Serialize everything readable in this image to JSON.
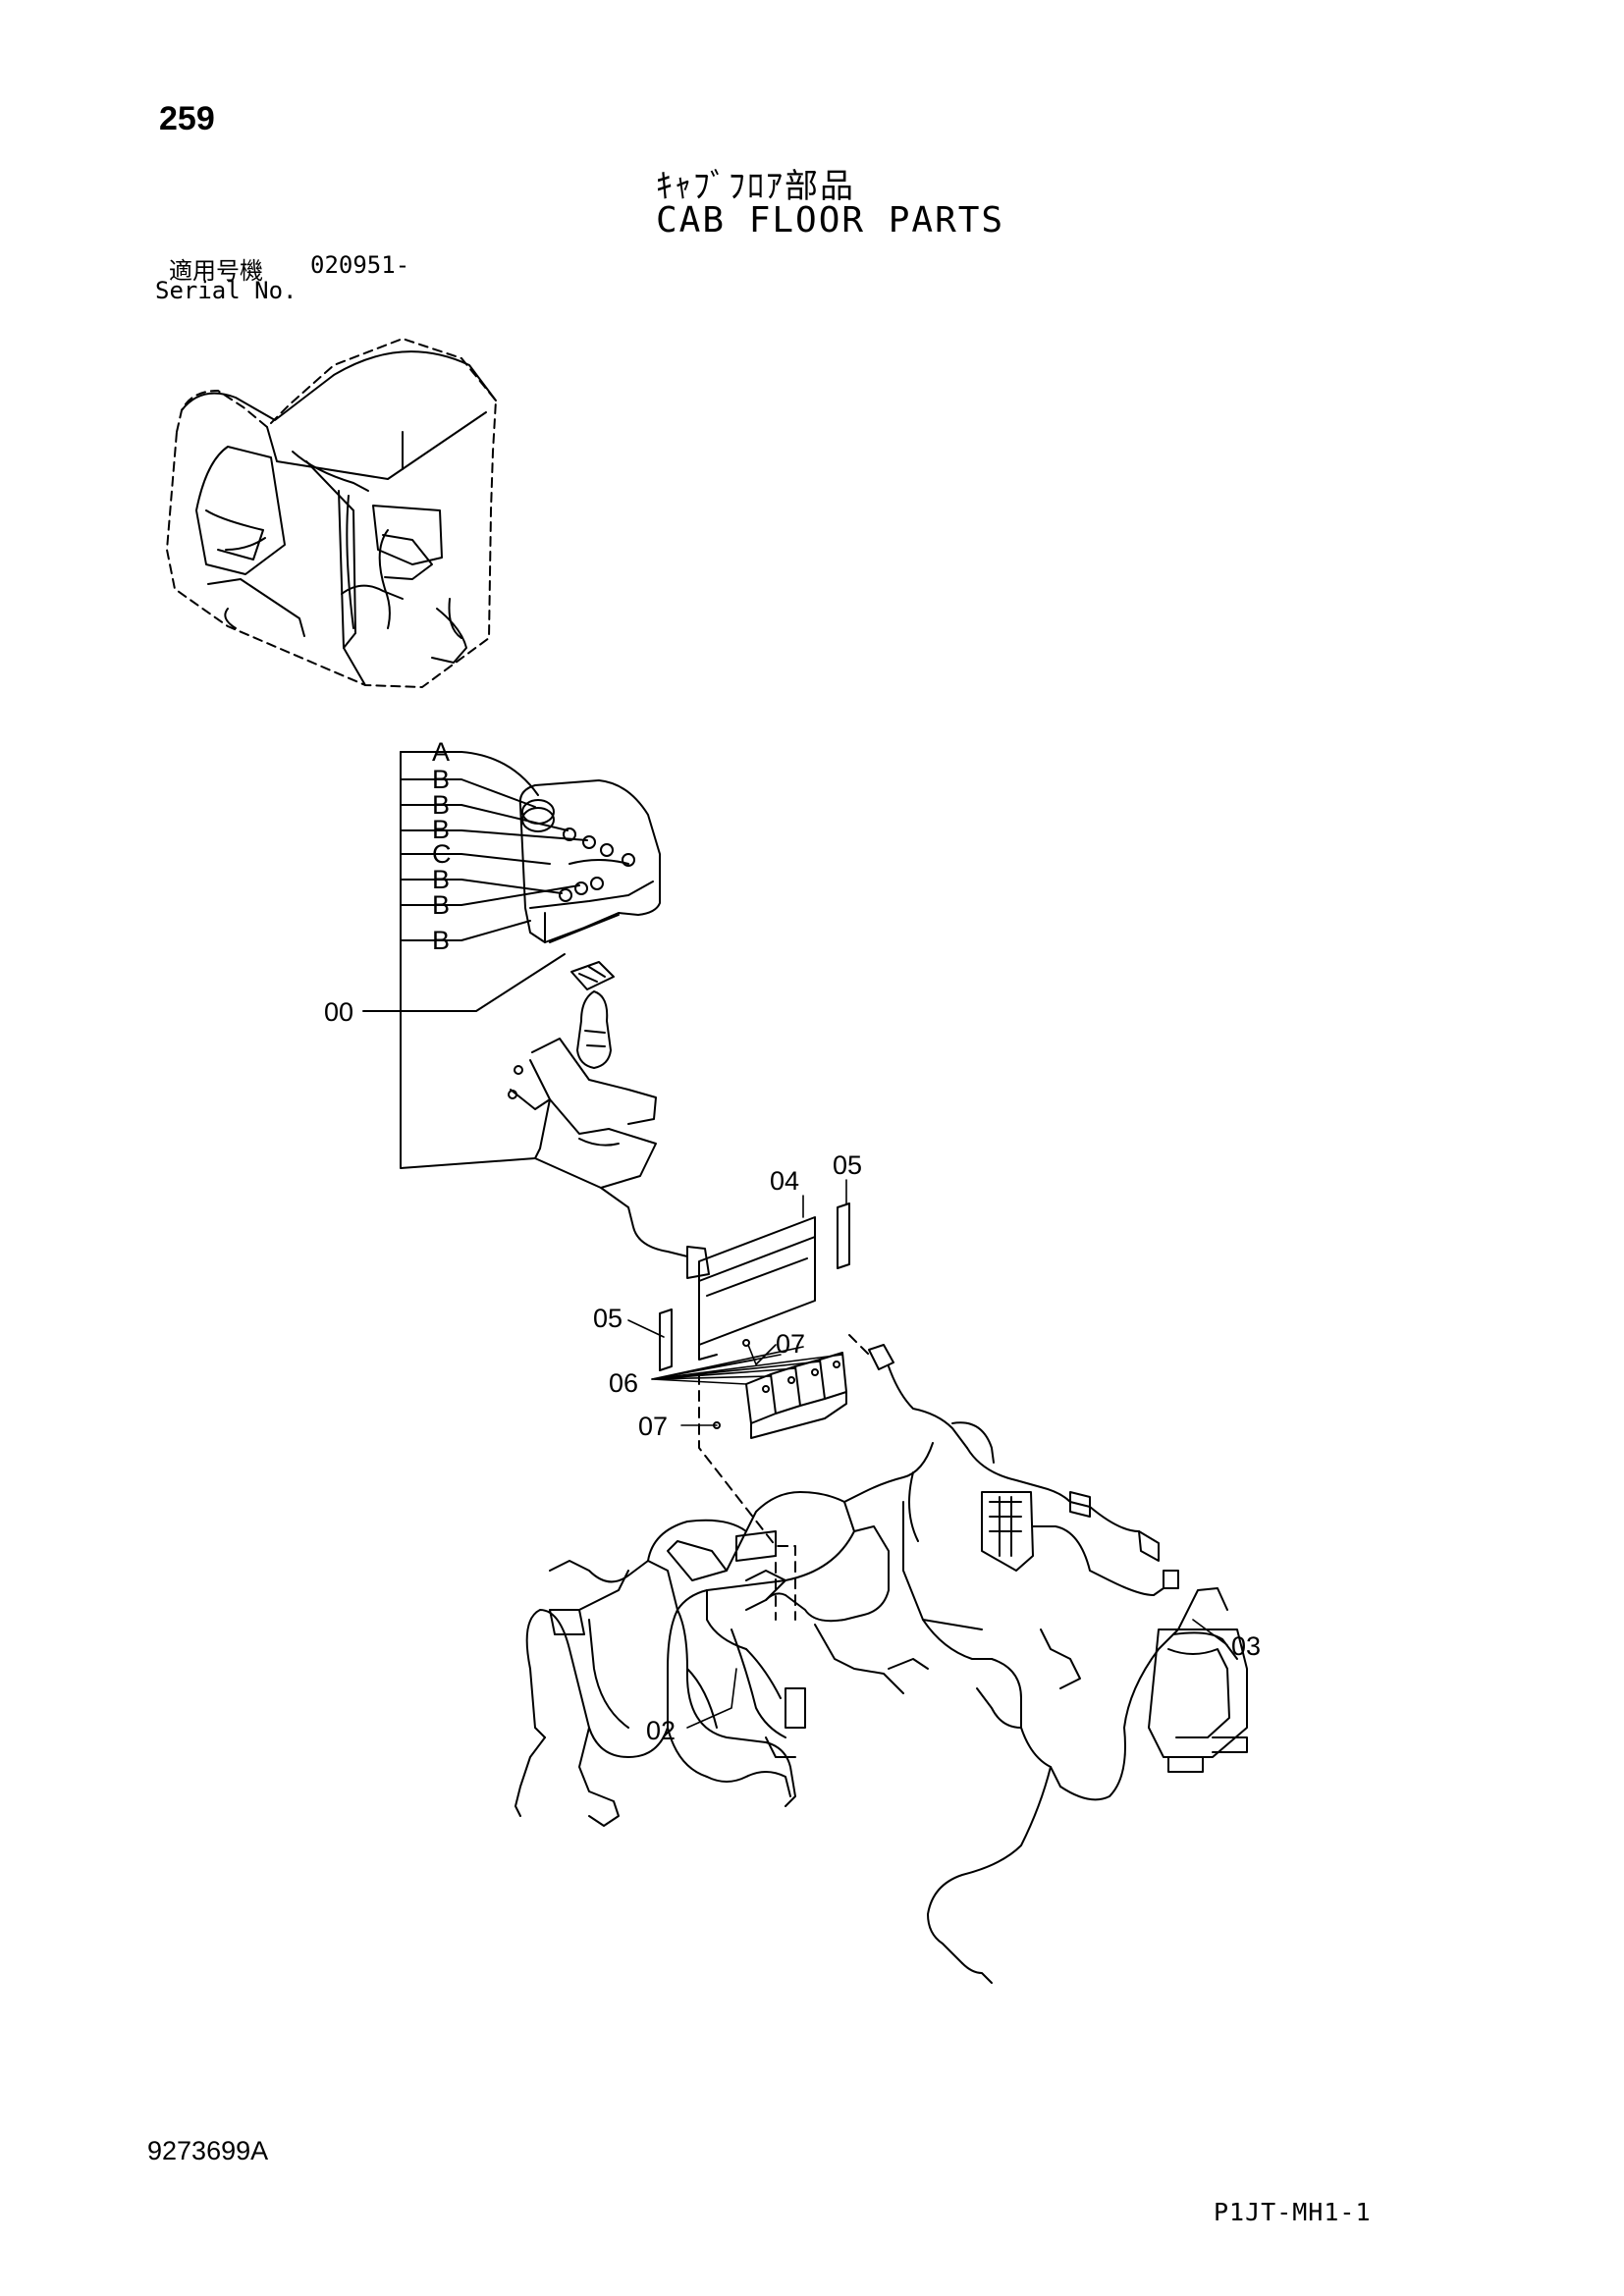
{
  "header": {
    "page_number": "259",
    "title_jp": "ｷｬﾌﾞﾌﾛｱ部品",
    "title_en": "CAB FLOOR PARTS",
    "serial_label_jp": "適用号機",
    "serial_value": "020951-",
    "serial_label_en": "Serial No."
  },
  "footer": {
    "document_number": "9273699A",
    "page_code": "P1JT-MH1-1"
  },
  "callouts": {
    "a": "A",
    "b1": "B",
    "b2": "B",
    "b3": "B",
    "c": "C",
    "b4": "B",
    "b5": "B",
    "b6": "B",
    "p00": "00",
    "p04": "04",
    "p05a": "05",
    "p05b": "05",
    "p07a": "07",
    "p06": "06",
    "p07b": "07",
    "p03": "03",
    "p02": "02"
  }
}
